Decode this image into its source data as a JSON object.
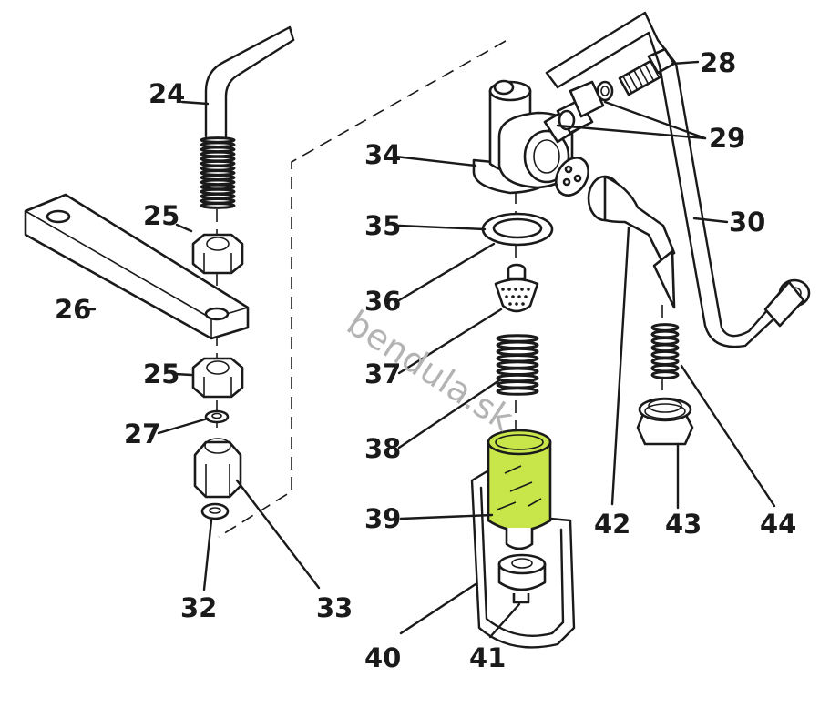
{
  "diagram": {
    "watermark": "bendula.sk",
    "highlight_color": "#c8e64a",
    "labels": {
      "p24": "24",
      "p25a": "25",
      "p25b": "25",
      "p26": "26",
      "p27": "27",
      "p28": "28",
      "p29": "29",
      "p30": "30",
      "p32": "32",
      "p33": "33",
      "p34": "34",
      "p35": "35",
      "p36": "36",
      "p37": "37",
      "p38": "38",
      "p39": "39",
      "p40": "40",
      "p41": "41",
      "p42": "42",
      "p43": "43",
      "p44": "44"
    }
  }
}
